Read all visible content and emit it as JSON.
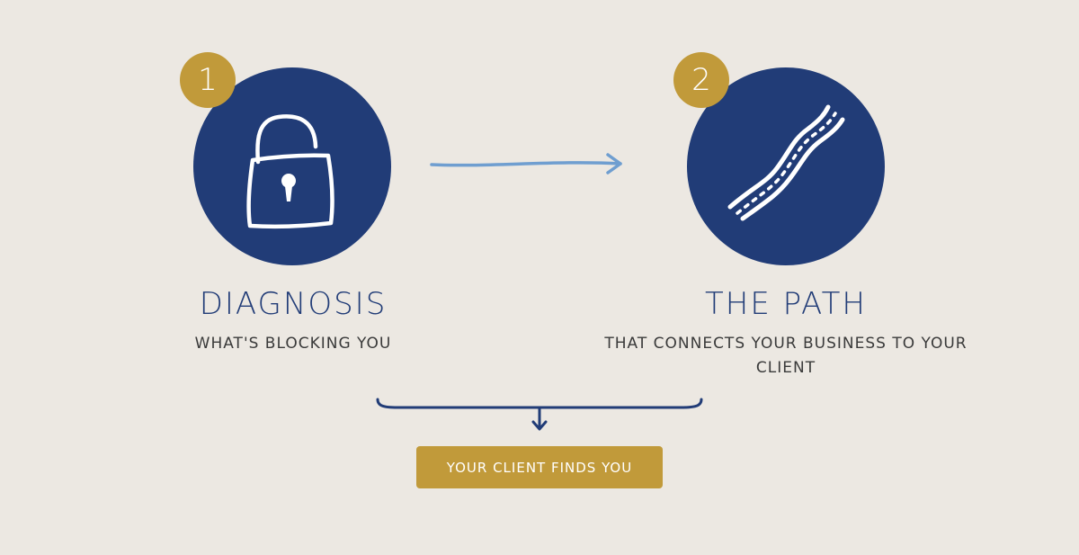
{
  "steps": [
    {
      "number": "1",
      "title": "DIAGNOSIS",
      "subtitle": "WHAT'S BLOCKING YOU",
      "icon": "padlock-icon"
    },
    {
      "number": "2",
      "title": "THE PATH",
      "subtitle": "THAT CONNECTS YOUR BUSINESS TO YOUR CLIENT",
      "icon": "winding-road-icon"
    }
  ],
  "result": {
    "label": "YOUR CLIENT FINDS YOU"
  },
  "colors": {
    "background": "#ece8e2",
    "navy": "#213c77",
    "gold": "#c19a3a",
    "arrow_light_blue": "#6f9ed0",
    "text_dark": "#3a3a3a"
  }
}
